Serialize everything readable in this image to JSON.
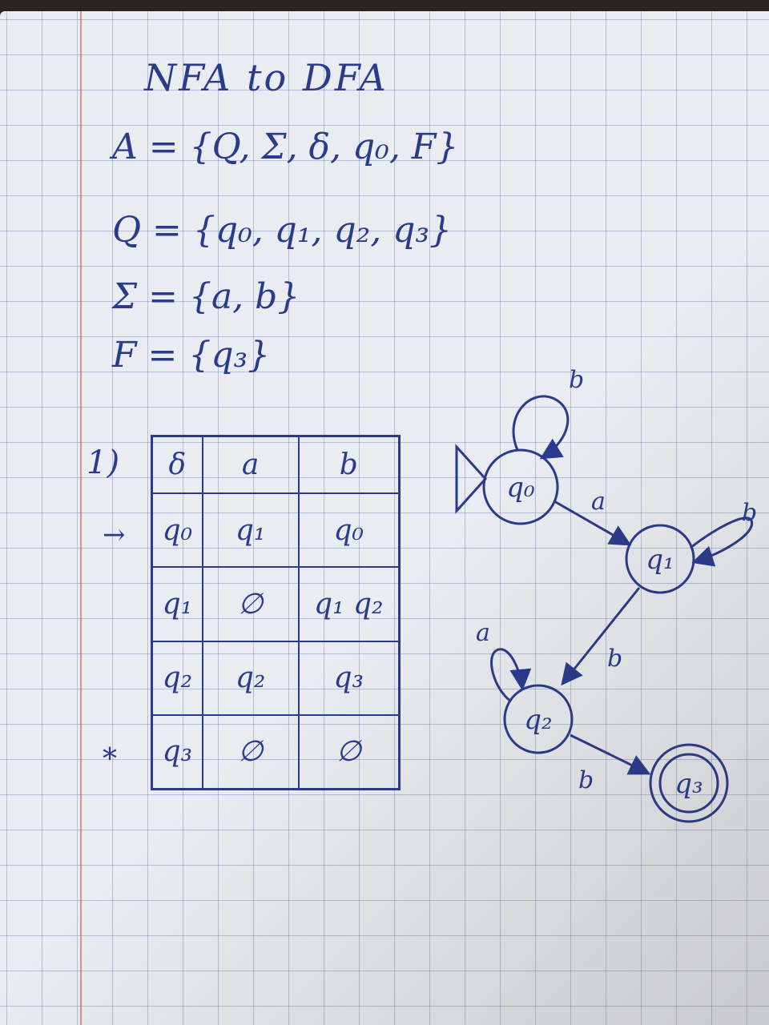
{
  "header": {
    "title": "NFA to DFA",
    "tuple_def": "A = {Q, Σ, δ, q₀, F}",
    "states_def": "Q = {q₀, q₁, q₂, q₃}",
    "alphabet_def": "Σ = {a, b}",
    "final_def": "F = {q₃}"
  },
  "table": {
    "mark": "1)",
    "start_marker": "→",
    "final_marker": "*",
    "headers": [
      "δ",
      "a",
      "b"
    ],
    "rows": [
      {
        "state": "q₀",
        "a": "q₁",
        "b": "q₀"
      },
      {
        "state": "q₁",
        "a": "∅",
        "b": "q₁ q₂"
      },
      {
        "state": "q₂",
        "a": "q₂",
        "b": "q₃"
      },
      {
        "state": "q₃",
        "a": "∅",
        "b": "∅"
      }
    ]
  },
  "diagram": {
    "states": [
      "q₀",
      "q₁",
      "q₂",
      "q₃"
    ],
    "edges": [
      {
        "from": "q₀",
        "to": "q₀",
        "label": "b"
      },
      {
        "from": "q₀",
        "to": "q₁",
        "label": "a"
      },
      {
        "from": "q₁",
        "to": "q₁",
        "label": "b"
      },
      {
        "from": "q₁",
        "to": "q₂",
        "label": "b"
      },
      {
        "from": "q₂",
        "to": "q₂",
        "label": "a"
      },
      {
        "from": "q₂",
        "to": "q₃",
        "label": "b"
      }
    ],
    "start_state": "q₀",
    "final_state": "q₃"
  },
  "colors": {
    "ink": "#2a3a8c",
    "paper": "#e9ecf0",
    "grid": "#5f78aa",
    "margin": "#cd4646"
  }
}
